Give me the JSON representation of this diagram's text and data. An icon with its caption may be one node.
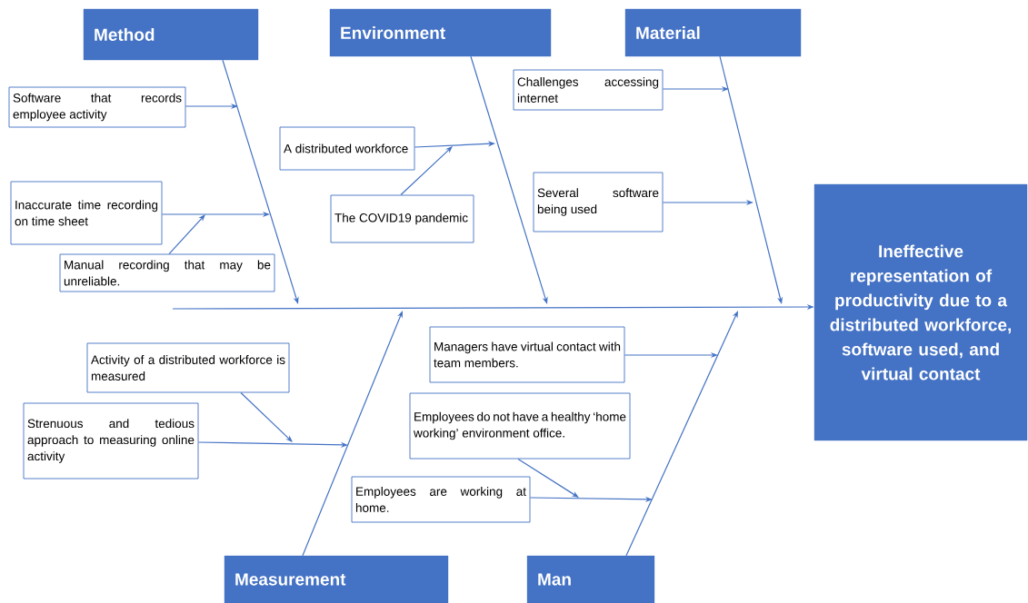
{
  "diagram": {
    "nodes": [
      {
        "text": [
          "Method"
        ]
      },
      {
        "text": [
          "Environment"
        ]
      },
      {
        "text": [
          "Material"
        ]
      },
      {
        "text": [
          "Ineffective representation of productivity due to a distributed workforce, software used, and virtual contact"
        ]
      },
      {
        "text": [
          "Measurement"
        ]
      },
      {
        "text": [
          "Man"
        ]
      },
      {
        "text": [
          "Software that records employee activity"
        ]
      },
      {
        "text": [
          "Inaccurate time recording on time sheet"
        ]
      },
      {
        "text": [
          "Manual recording that may be unreliable."
        ]
      },
      {
        "text": [
          "A distributed workforce"
        ]
      },
      {
        "text": [
          "The COVID19 pandemic"
        ]
      },
      {
        "text": [
          "Challenges accessing internet"
        ]
      },
      {
        "text": [
          "Several software being used"
        ]
      },
      {
        "text": [
          "Managers have virtual contact with team members."
        ]
      },
      {
        "text": [
          "Activity of a distributed workforce is measured"
        ]
      },
      {
        "text": [
          "Strenuous and tedious approach to measuring online activity"
        ]
      },
      {
        "text": [
          "Employees do not have a healthy ‘home working’ environment office."
        ]
      },
      {
        "text": [
          "Employees are working at home."
        ]
      }
    ],
    "edges": [
      {
        "from": null,
        "to": 3,
        "arrow": "to"
      },
      {
        "from": 0,
        "to": null,
        "arrow": "to"
      },
      {
        "from": 1,
        "to": null,
        "arrow": "to"
      },
      {
        "from": 2,
        "to": null,
        "arrow": "to"
      },
      {
        "from": 4,
        "to": null,
        "arrow": "to"
      },
      {
        "from": 5,
        "to": null,
        "arrow": "to"
      },
      {
        "from": 6,
        "to": null,
        "arrow": "to"
      },
      {
        "from": 7,
        "to": null,
        "arrow": "to"
      },
      {
        "from": 8,
        "to": null,
        "arrow": "to"
      },
      {
        "from": 9,
        "to": null,
        "arrow": "to"
      },
      {
        "from": 10,
        "to": null,
        "arrow": "to"
      },
      {
        "from": 11,
        "to": null,
        "arrow": "to"
      },
      {
        "from": 12,
        "to": null,
        "arrow": "to"
      },
      {
        "from": 13,
        "to": null,
        "arrow": "to"
      },
      {
        "from": 14,
        "to": null,
        "arrow": "to"
      },
      {
        "from": 15,
        "to": null,
        "arrow": "to"
      },
      {
        "from": 16,
        "to": null,
        "arrow": "to"
      },
      {
        "from": 17,
        "to": null,
        "arrow": "to"
      }
    ]
  }
}
